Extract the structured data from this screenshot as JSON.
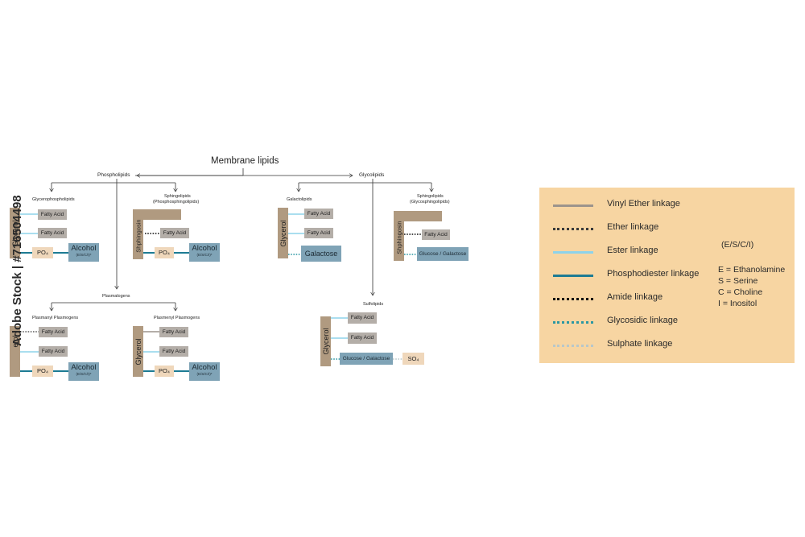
{
  "title": "Membrane lipids",
  "nodes": {
    "phospholipids": "Phospholipids",
    "glycolipids": "Glycolipids",
    "glycerophospholipids": "Glycerophospholipids",
    "sphingolipids_phospho_1": "Sphingolipids",
    "sphingolipids_phospho_2": "(Phosphosphingolipids)",
    "galactolipids": "Galactolipids",
    "sphingolipids_glyco_1": "Sphingolipids",
    "sphingolipids_glyco_2": "(Glycosphingolipids)",
    "plasmalogens": "Plasmalogens",
    "plasmanyl": "Plasmanyl Plasmogens",
    "plasmenyl": "Plasmenyl Plasmogens",
    "sulfolipids": "Sulfolipids"
  },
  "blocks": {
    "glycerol": "Glycerol",
    "sphingosine": "Shphingosine",
    "fatty_acid": "Fatty Acid",
    "po4": "PO₄",
    "alcohol": "Alcohol",
    "alcohol_sub": "(E/S/C/I)*",
    "galactose": "Galactose",
    "glucose_galactose": "Glucose / Galactose",
    "so4": "SO₄",
    "partial_glycerol": "erol"
  },
  "legend": {
    "items": [
      {
        "label": "Vinyl Ether linkage",
        "color": "#9c948c",
        "style": "solid"
      },
      {
        "label": "Ether linkage",
        "color": "#3a3a3a",
        "style": "dotted"
      },
      {
        "label": "Ester linkage",
        "color": "#8ed3ea",
        "style": "solid"
      },
      {
        "label": "Phosphodiester linkage",
        "color": "#1d7b93",
        "style": "solid"
      },
      {
        "label": "Amide linkage",
        "color": "#111111",
        "style": "dotted"
      },
      {
        "label": "Glycosidic linkage",
        "color": "#2b97a3",
        "style": "dotted"
      },
      {
        "label": "Sulphate linkage",
        "color": "#b8c7c9",
        "style": "dotted"
      }
    ],
    "key_title": "(E/S/C/I)",
    "key": [
      "E = Ethanolamine",
      "S = Serine",
      "C = Choline",
      "I = Inositol"
    ]
  },
  "watermark": "Adobe Stock | #716504498",
  "colors": {
    "glycerol": "#b09a80",
    "fatty_acid": "#b4aea8",
    "po4": "#efd7bb",
    "alcohol": "#7fa3b6",
    "legend_bg": "#f7d5a2"
  }
}
